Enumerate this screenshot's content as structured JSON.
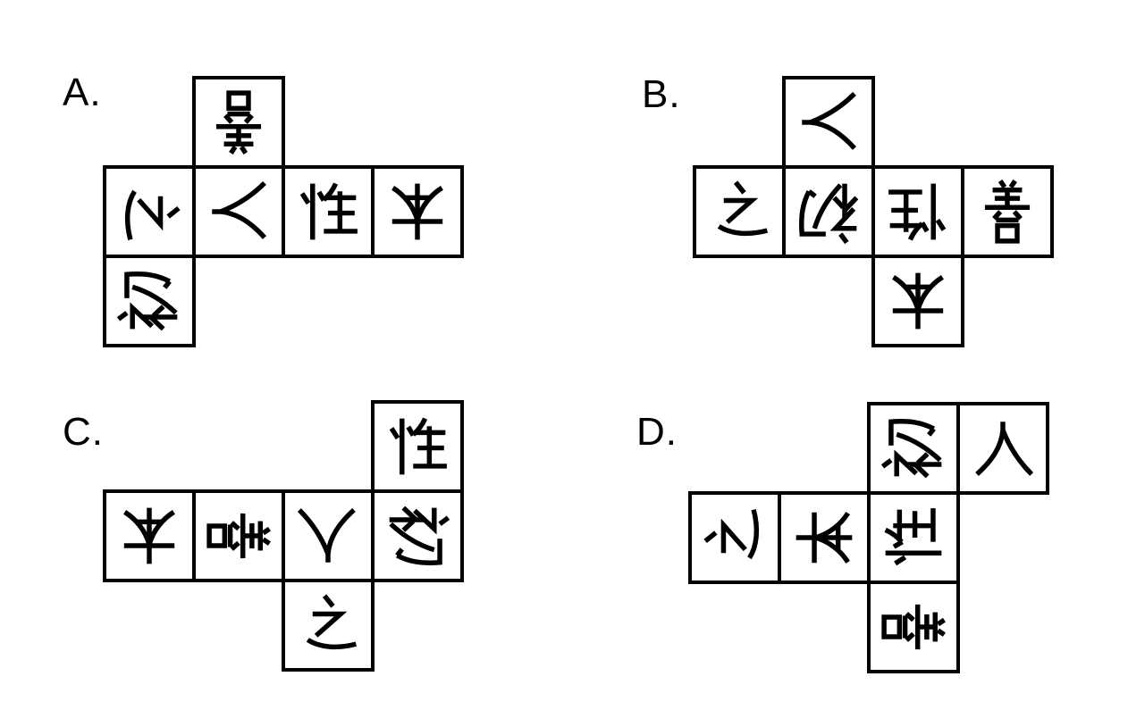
{
  "page": {
    "background": "#ffffff",
    "ink": "#000000"
  },
  "question": {
    "type": "cube-net-multiple-choice",
    "characters": [
      "人",
      "之",
      "初",
      "性",
      "本",
      "善"
    ]
  },
  "options": [
    {
      "id": "A",
      "label": "A.",
      "cells": [
        {
          "char": "善",
          "row": 0,
          "col": 1,
          "rotation_deg": 180
        },
        {
          "char": "之",
          "row": 1,
          "col": 0,
          "rotation_deg": 90
        },
        {
          "char": "人",
          "row": 1,
          "col": 1,
          "rotation_deg": -90
        },
        {
          "char": "性",
          "row": 1,
          "col": 2,
          "rotation_deg": 0
        },
        {
          "char": "本",
          "row": 1,
          "col": 3,
          "rotation_deg": 180
        },
        {
          "char": "初",
          "row": 2,
          "col": 0,
          "rotation_deg": -90
        }
      ]
    },
    {
      "id": "B",
      "label": "B.",
      "cells": [
        {
          "char": "人",
          "row": 0,
          "col": 1,
          "rotation_deg": -90
        },
        {
          "char": "之",
          "row": 1,
          "col": 0,
          "rotation_deg": 0
        },
        {
          "char": "初",
          "row": 1,
          "col": 1,
          "rotation_deg": 180
        },
        {
          "char": "性",
          "row": 1,
          "col": 2,
          "rotation_deg": 180
        },
        {
          "char": "善",
          "row": 1,
          "col": 3,
          "rotation_deg": 0
        },
        {
          "char": "本",
          "row": 2,
          "col": 2,
          "rotation_deg": 180
        }
      ]
    },
    {
      "id": "C",
      "label": "C.",
      "cells": [
        {
          "char": "性",
          "row": 0,
          "col": 3,
          "rotation_deg": 0
        },
        {
          "char": "本",
          "row": 1,
          "col": 0,
          "rotation_deg": 180
        },
        {
          "char": "善",
          "row": 1,
          "col": 1,
          "rotation_deg": 90
        },
        {
          "char": "人",
          "row": 1,
          "col": 2,
          "rotation_deg": 180
        },
        {
          "char": "初",
          "row": 1,
          "col": 3,
          "rotation_deg": 90
        },
        {
          "char": "之",
          "row": 2,
          "col": 2,
          "rotation_deg": 0
        }
      ]
    },
    {
      "id": "D",
      "label": "D.",
      "cells": [
        {
          "char": "初",
          "row": 0,
          "col": 2,
          "rotation_deg": -90
        },
        {
          "char": "人",
          "row": 0,
          "col": 3,
          "rotation_deg": 0
        },
        {
          "char": "之",
          "row": 1,
          "col": 0,
          "rotation_deg": -90
        },
        {
          "char": "本",
          "row": 1,
          "col": 1,
          "rotation_deg": -90
        },
        {
          "char": "性",
          "row": 1,
          "col": 2,
          "rotation_deg": -90
        },
        {
          "char": "善",
          "row": 2,
          "col": 2,
          "rotation_deg": 90
        }
      ]
    }
  ]
}
